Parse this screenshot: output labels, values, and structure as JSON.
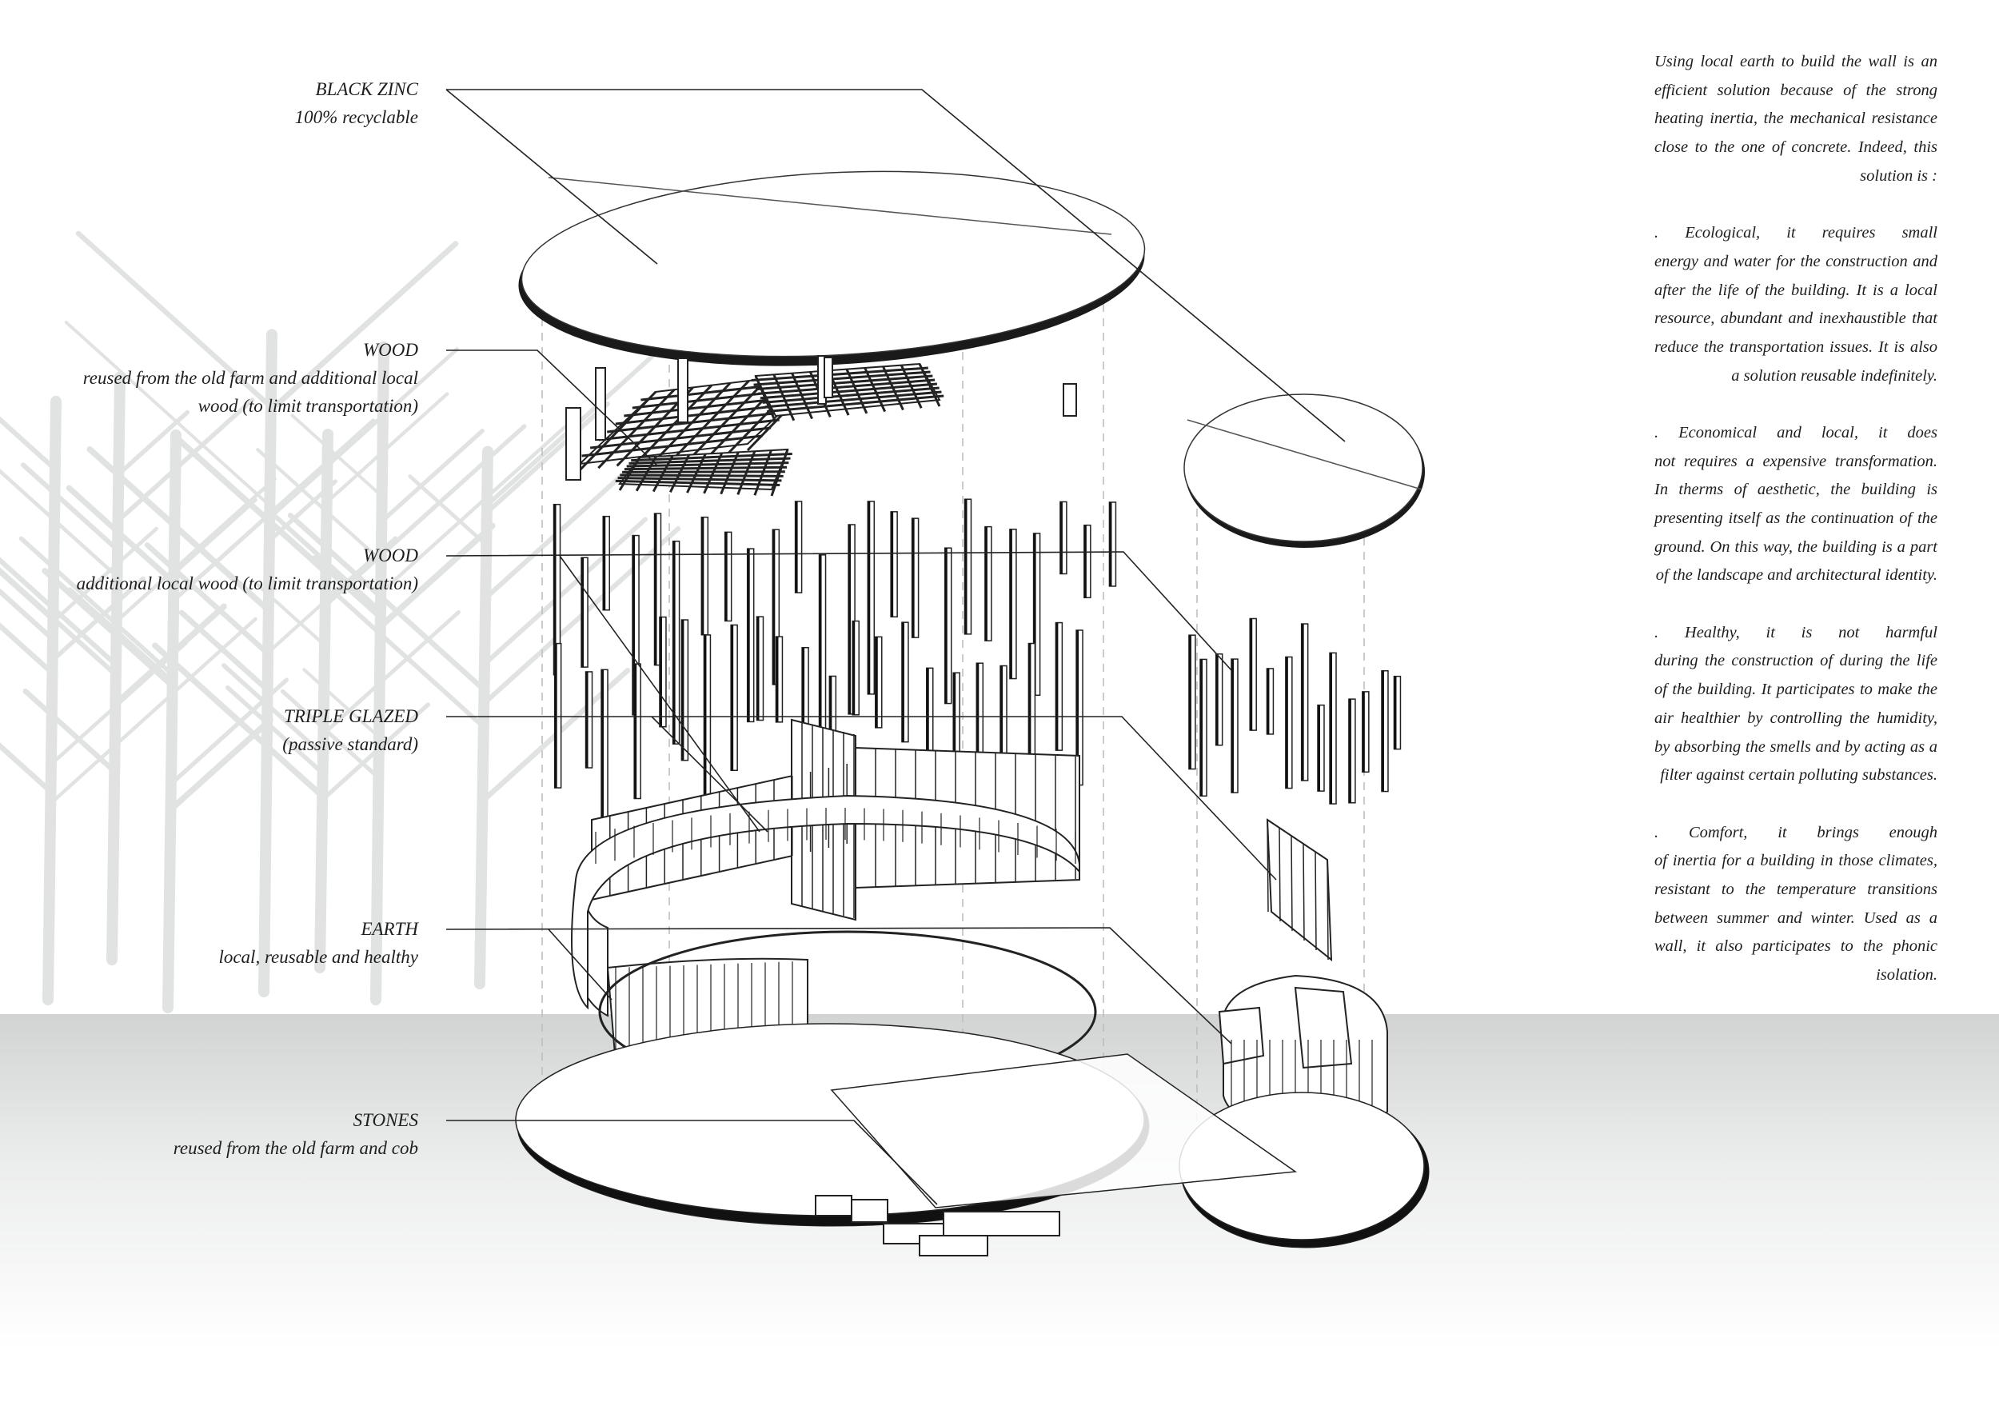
{
  "labels": [
    {
      "title": "BLACK ZINC",
      "lines": [
        "100% recyclable"
      ]
    },
    {
      "title": "WOOD",
      "lines": [
        "reused from the old farm and additional local",
        "wood (to limit transportation)"
      ]
    },
    {
      "title": "WOOD",
      "lines": [
        "additional local wood (to limit transportation)"
      ]
    },
    {
      "title": "TRIPLE GLAZED",
      "lines": [
        "(passive standard)"
      ]
    },
    {
      "title": "EARTH",
      "lines": [
        "local, reusable and healthy"
      ]
    },
    {
      "title": "STONES",
      "lines": [
        "reused from the old farm and cob"
      ]
    }
  ],
  "notes": [
    [
      "Using local earth to build the wall is an",
      "efficient solution because of the strong",
      "heating inertia, the mechanical resistance",
      "close to the one of concrete. Indeed, this",
      "solution is :"
    ],
    [
      ".  Ecological, it requires small",
      "energy and water for the construction and",
      "after the life of the building. It is a local",
      "resource, abundant and inexhaustible that",
      "reduce the transportation issues. It is also",
      "a solution reusable indefinitely."
    ],
    [
      ". Economical and local, it does",
      "not requires a expensive transformation.",
      "In therms of aesthetic, the building is",
      "presenting itself as the continuation of the",
      "ground.  On this way, the building is a part",
      "of the landscape and architectural identity."
    ],
    [
      ".  Healthy, it is not harmful",
      "during the construction of during the life",
      "of the building. It participates to make the",
      "air healthier by controlling the humidity,",
      "by absorbing the smells and by acting as a",
      "filter against certain polluting substances."
    ],
    [
      ".  Comfort, it brings enough",
      "of inertia for a building in those climates,",
      "resistant to the temperature transitions",
      "between summer and winter. Used as a",
      "wall, it also participates  to the phonic",
      "isolation."
    ]
  ],
  "colors": {
    "ink": "#1e1e1e",
    "ground": "#d6d8d8",
    "trees": "#e2e4e4"
  }
}
